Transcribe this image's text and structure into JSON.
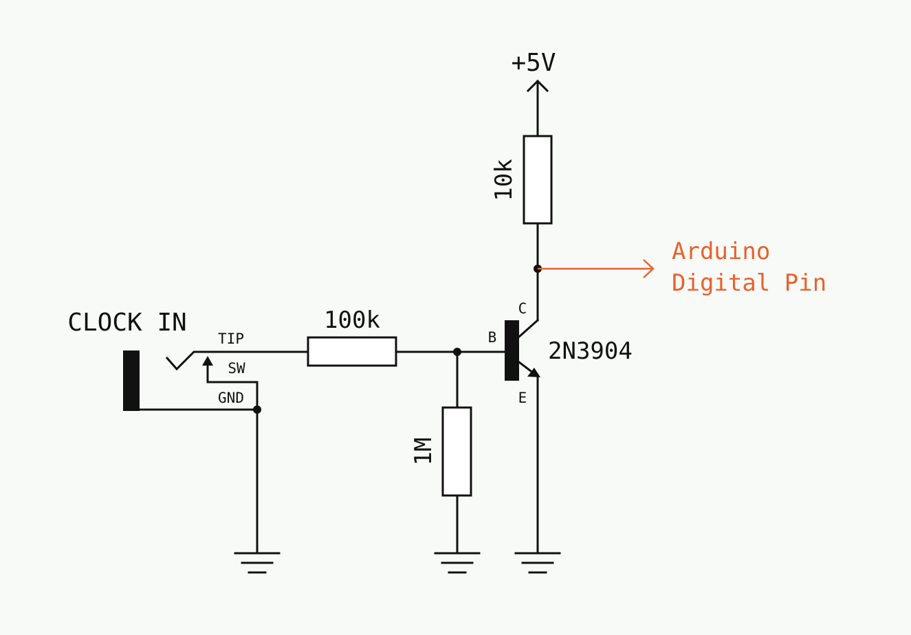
{
  "colors": {
    "background": "#f8faf8",
    "ink": "#111111",
    "accent": "#e8622c"
  },
  "labels": {
    "supply": "+5V",
    "clock_in": "CLOCK IN",
    "tip": "TIP",
    "sw": "SW",
    "gnd": "GND",
    "r_input": "100k",
    "r_pulldown": "1M",
    "r_pullup": "10k",
    "pin_b": "B",
    "pin_c": "C",
    "pin_e": "E",
    "transistor": "2N3904",
    "output_line1": "Arduino",
    "output_line2": "Digital Pin"
  },
  "icons": {
    "jack": "audio-jack-icon",
    "ground": "ground-icon",
    "supply": "supply-arrow-icon",
    "transistor": "npn-transistor-icon"
  }
}
